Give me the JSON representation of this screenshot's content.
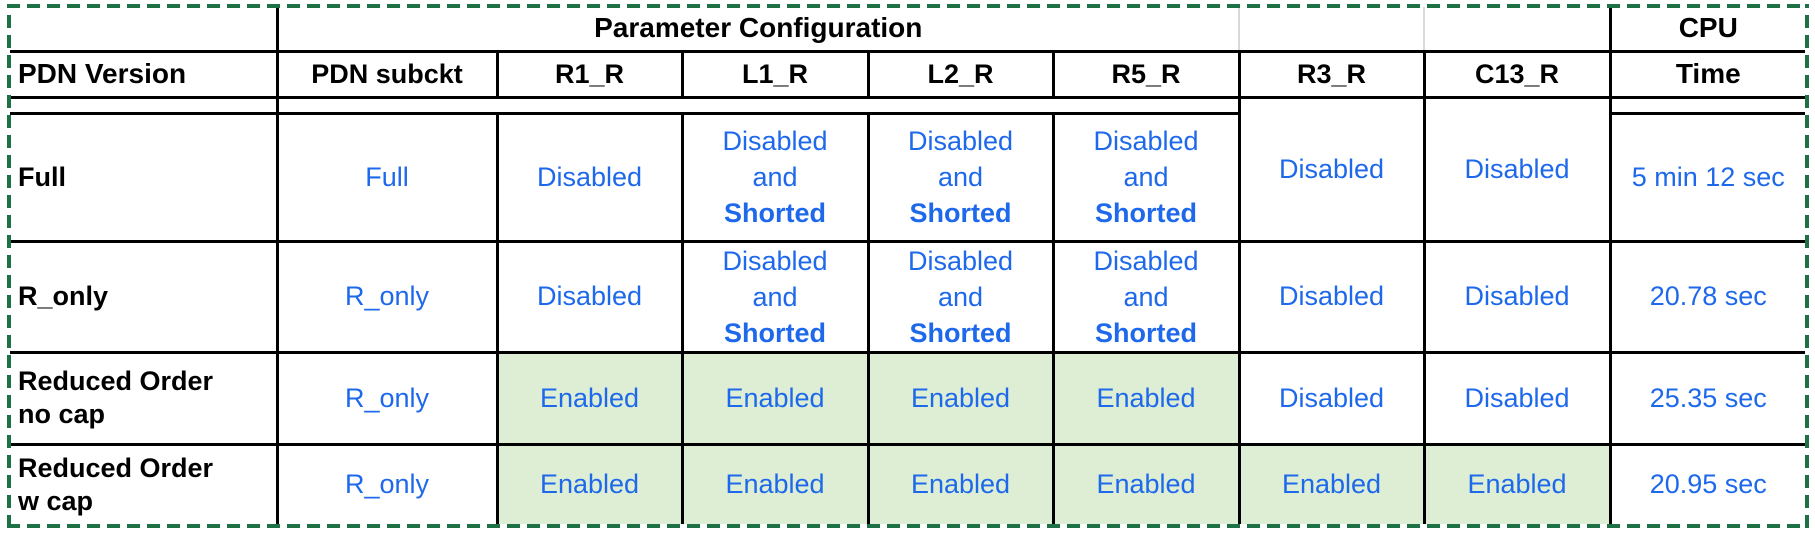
{
  "colors": {
    "data_text_blue": "#1E69EB",
    "enabled_cell_green": "#DDEED5",
    "print_area_dashed_green": "#1E7145",
    "grid_black": "#000000"
  },
  "header": {
    "group_title": "Parameter Configuration",
    "cpu_line1": "CPU",
    "cpu_line2": "Time",
    "columns": [
      "PDN Version",
      "PDN subckt",
      "R1_R",
      "L1_R",
      "L2_R",
      "R5_R",
      "R3_R",
      "C13_R"
    ]
  },
  "rows": [
    {
      "version": "Full",
      "subckt": "Full",
      "r1": "Disabled",
      "l1_a": "Disabled",
      "l1_b": "and",
      "l1_c": "Shorted",
      "l2_a": "Disabled",
      "l2_b": "and",
      "l2_c": "Shorted",
      "r5_a": "Disabled",
      "r5_b": "and",
      "r5_c": "Shorted",
      "r3": "Disabled",
      "c13": "Disabled",
      "cpu_time": "5 min 12 sec"
    },
    {
      "version": "R_only",
      "subckt": "R_only",
      "r1": "Disabled",
      "l1_a": "Disabled",
      "l1_b": "and",
      "l1_c": "Shorted",
      "l2_a": "Disabled",
      "l2_b": "and",
      "l2_c": "Shorted",
      "r5_a": "Disabled",
      "r5_b": "and",
      "r5_c": "Shorted",
      "r3": "Disabled",
      "c13": "Disabled",
      "cpu_time": "20.78 sec"
    },
    {
      "version_line1": "Reduced Order",
      "version_line2": "no cap",
      "subckt": "R_only",
      "r1": "Enabled",
      "l1": "Enabled",
      "l2": "Enabled",
      "r5": "Enabled",
      "r3": "Disabled",
      "c13": "Disabled",
      "cpu_time": "25.35 sec"
    },
    {
      "version_line1": "Reduced Order",
      "version_line2": "w cap",
      "subckt": "R_only",
      "r1": "Enabled",
      "l1": "Enabled",
      "l2": "Enabled",
      "r5": "Enabled",
      "r3": "Enabled",
      "c13": "Enabled",
      "cpu_time": "20.95 sec"
    }
  ]
}
